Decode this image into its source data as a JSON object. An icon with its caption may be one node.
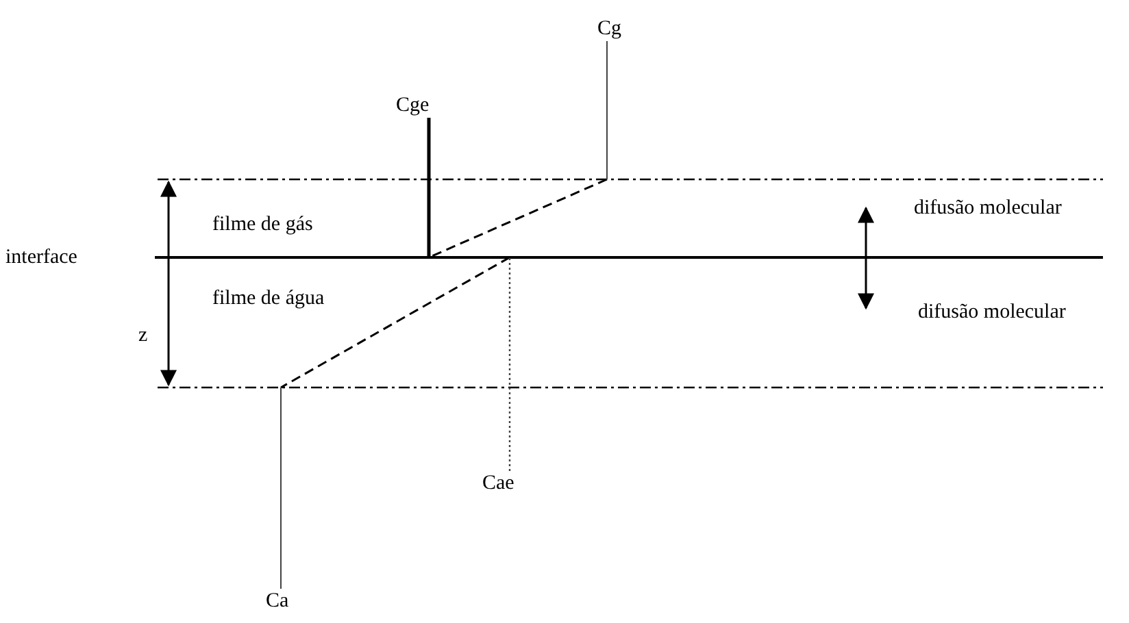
{
  "diagram": {
    "nodes": [
      {
        "text": [
          "Cg"
        ]
      },
      {
        "text": [
          "Cge"
        ]
      },
      {
        "text": [
          "Cae"
        ]
      },
      {
        "text": [
          "Ca"
        ]
      },
      {
        "text": [],
        "shape": "line"
      }
    ],
    "edges": [
      {
        "from": 0,
        "to": 4,
        "arrow": "none"
      },
      {
        "from": 1,
        "to": 4,
        "arrow": "none",
        "style": "thick"
      },
      {
        "from": 2,
        "to": 4,
        "arrow": "none",
        "style": "dashed"
      },
      {
        "from": 3,
        "to": 4,
        "arrow": "none"
      }
    ],
    "labels": [
      "filme de gás",
      "difusão molecular",
      "interface",
      "filme de água",
      "difusão molecular",
      "z"
    ]
  }
}
